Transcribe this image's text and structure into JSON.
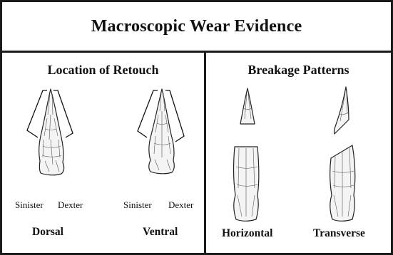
{
  "figure": {
    "title": "Macroscopic Wear Evidence"
  },
  "left_panel": {
    "title": "Location of Retouch",
    "dorsal": {
      "left_side": "Sinister",
      "right_side": "Dexter",
      "caption": "Dorsal"
    },
    "ventral": {
      "left_side": "Sinister",
      "right_side": "Dexter",
      "caption": "Ventral"
    }
  },
  "right_panel": {
    "title": "Breakage Patterns",
    "horizontal": {
      "caption": "Horizontal"
    },
    "transverse": {
      "caption": "Transverse"
    }
  }
}
